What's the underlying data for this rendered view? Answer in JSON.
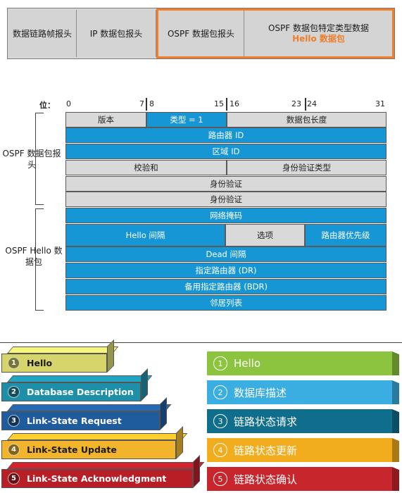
{
  "encapsulation": {
    "frame_header": "数据链路帧报头",
    "ip_header": "IP 数据包报头",
    "ospf_header": "OSPF 数据包报头",
    "ospf_data_line1": "OSPF 数据包特定类型数据",
    "ospf_data_line2": "Hello 数据包"
  },
  "format": {
    "bit_label": "位：",
    "bits": [
      "0",
      "7",
      "8",
      "15",
      "16",
      "23",
      "24",
      "31"
    ],
    "header_label": "OSPF 数据包报头",
    "hello_label": "OSPF Hello 数据包",
    "rows": {
      "version": "版本",
      "type": "类型 = 1",
      "packet_length": "数据包长度",
      "router_id": "路由器 ID",
      "area_id": "区域 ID",
      "checksum": "校验和",
      "auth_type": "身份验证类型",
      "auth1": "身份验证",
      "auth2": "身份验证",
      "netmask": "网络掩码",
      "hello_interval": "Hello 间隔",
      "options": "选项",
      "router_priority": "路由器优先级",
      "dead_interval": "Dead 间隔",
      "dr": "指定路由器 (DR)",
      "bdr": "备用指定路由器 (BDR)",
      "neighbor_list": "邻居列表"
    }
  },
  "packet_types_en": [
    {
      "num": "1",
      "label": "Hello",
      "color": "#d6d56b"
    },
    {
      "num": "2",
      "label": "Database Description",
      "color": "#1e8fa8"
    },
    {
      "num": "3",
      "label": "Link-State Request",
      "color": "#1f5c9e"
    },
    {
      "num": "4",
      "label": "Link-State Update",
      "color": "#f2b42a"
    },
    {
      "num": "5",
      "label": "Link-State Acknowledgment",
      "color": "#b81e26"
    }
  ],
  "packet_types_zh": [
    {
      "num": "1",
      "label": "Hello",
      "color": "#8cc43f"
    },
    {
      "num": "2",
      "label": "数据库描述",
      "color": "#3aaee0"
    },
    {
      "num": "3",
      "label": "链路状态请求",
      "color": "#0f6e8c"
    },
    {
      "num": "4",
      "label": "链路状态更新",
      "color": "#f2ad1e"
    },
    {
      "num": "5",
      "label": "链路状态确认",
      "color": "#c6262c"
    }
  ]
}
